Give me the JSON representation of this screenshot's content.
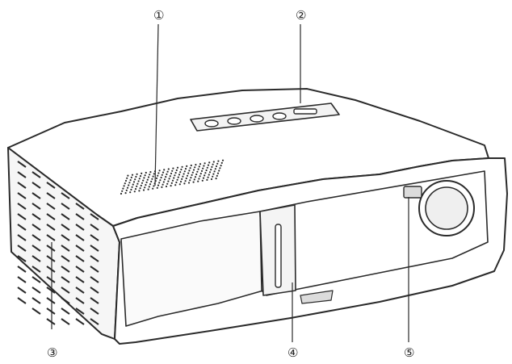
{
  "callouts": [
    {
      "id": "1",
      "label": "①"
    },
    {
      "id": "2",
      "label": "②"
    },
    {
      "id": "3",
      "label": "③"
    },
    {
      "id": "4",
      "label": "④"
    },
    {
      "id": "5",
      "label": "⑤"
    }
  ],
  "colors": {
    "line": "#2a2a2a",
    "body_fill": "#ffffff",
    "shade": "#e9e9e9",
    "dark_shade": "#cfcfcf"
  }
}
